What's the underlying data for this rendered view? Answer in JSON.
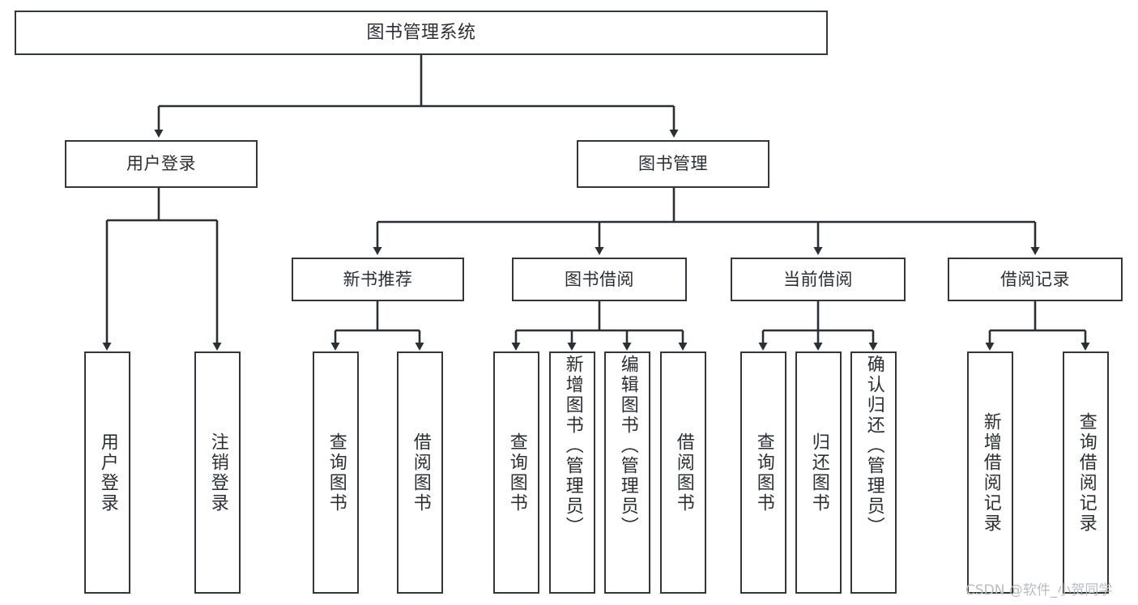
{
  "diagram": {
    "type": "tree-hierarchy-chart",
    "title": "图书管理系统",
    "orientation": "top-down",
    "colors": {
      "box_border": "#33373b",
      "box_fill": "#ffffff",
      "connector": "#2b2f33",
      "text": "#2b2f33",
      "watermark": "#b9bcc0",
      "background": "#ffffff"
    }
  },
  "nodes": {
    "root": {
      "label": "图书管理系统",
      "level": 1
    },
    "level2": [
      {
        "id": "user-login",
        "label": "用户登录"
      },
      {
        "id": "book-management",
        "label": "图书管理"
      }
    ],
    "level3": [
      {
        "id": "new-book-recommend",
        "label": "新书推荐"
      },
      {
        "id": "book-borrow",
        "label": "图书借阅"
      },
      {
        "id": "current-borrow",
        "label": "当前借阅"
      },
      {
        "id": "borrow-record",
        "label": "借阅记录"
      }
    ],
    "leaves": [
      {
        "id": "leaf-user-login",
        "label": "用户登录",
        "parent": "user-login"
      },
      {
        "id": "leaf-logout-login",
        "label": "注销登录",
        "parent": "user-login"
      },
      {
        "id": "leaf-query-book-1",
        "label": "查询图书",
        "parent": "new-book-recommend"
      },
      {
        "id": "leaf-borrow-book-1",
        "label": "借阅图书",
        "parent": "new-book-recommend"
      },
      {
        "id": "leaf-query-book-2",
        "label": "查询图书",
        "parent": "book-borrow"
      },
      {
        "id": "leaf-add-book",
        "label": "新增图书（管理员）",
        "parent": "book-borrow"
      },
      {
        "id": "leaf-edit-book",
        "label": "编辑图书（管理员）",
        "parent": "book-borrow"
      },
      {
        "id": "leaf-borrow-book-2",
        "label": "借阅图书",
        "parent": "book-borrow"
      },
      {
        "id": "leaf-query-book-3",
        "label": "查询图书",
        "parent": "current-borrow"
      },
      {
        "id": "leaf-return-book",
        "label": "归还图书",
        "parent": "current-borrow"
      },
      {
        "id": "leaf-confirm-return",
        "label": "确认归还（管理员）",
        "parent": "current-borrow"
      },
      {
        "id": "leaf-add-record",
        "label": "新增借阅记录",
        "parent": "borrow-record"
      },
      {
        "id": "leaf-query-record",
        "label": "查询借阅记录",
        "parent": "borrow-record"
      }
    ]
  },
  "watermark": {
    "text": "CSDN @软件_小贺同学"
  }
}
